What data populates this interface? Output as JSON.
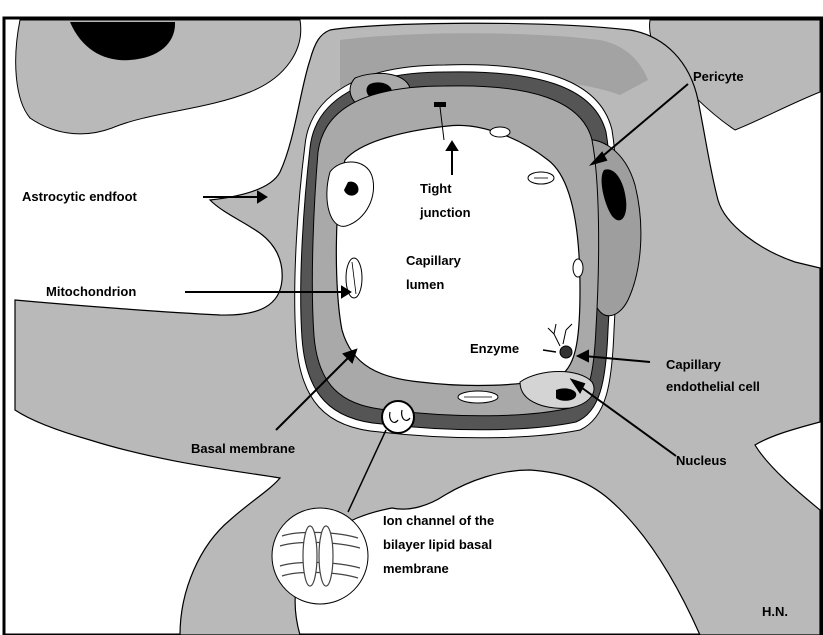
{
  "labels": {
    "pericyte": "Pericyte",
    "astrocytic_endfoot": "Astrocytic endfoot",
    "tight_junction_line1": "Tight",
    "tight_junction_line2": "junction",
    "capillary_lumen_line1": "Capillary",
    "capillary_lumen_line2": "lumen",
    "mitochondrion": "Mitochondrion",
    "enzyme": "Enzyme",
    "endothelial_line1": "Capillary",
    "endothelial_line2": "endothelial cell",
    "nucleus": "Nucleus",
    "basal_membrane": "Basal membrane",
    "ion_channel_line1": "Ion channel of the",
    "ion_channel_line2": "bilayer lipid basal",
    "ion_channel_line3": "membrane",
    "author": "H.N."
  },
  "colors": {
    "astrocyte_fill": "#b9b9b9",
    "endothelium_fill": "#a9a9a9",
    "basal_membrane": "#555555",
    "lumen": "#ffffff",
    "nucleus": "#000000",
    "outline": "#000000"
  }
}
